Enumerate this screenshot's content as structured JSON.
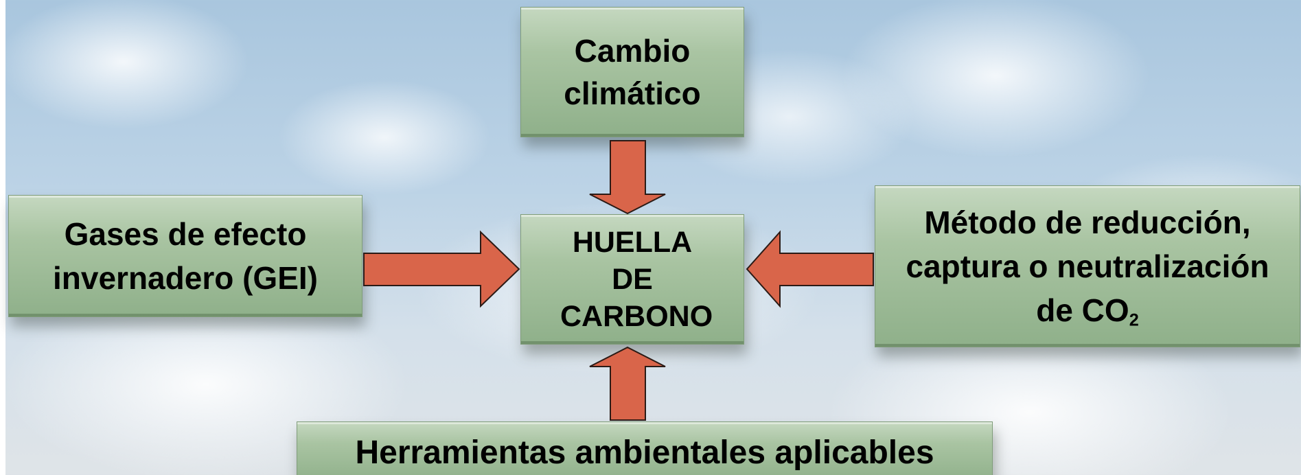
{
  "nodes": {
    "cambio": {
      "label": "Cambio climático"
    },
    "huella": {
      "label": "HUELLA DE CARBONO"
    },
    "gases": {
      "label": "Gases de efecto invernadero (GEI)"
    },
    "metodo": {
      "label": "Método de reducción, captura o neutralización de CO",
      "subscript": "2"
    },
    "herramientas": {
      "label": "Herramientas ambientales aplicables"
    }
  },
  "edges": [
    {
      "from": "cambio",
      "to": "huella"
    },
    {
      "from": "gases",
      "to": "huella"
    },
    {
      "from": "metodo",
      "to": "huella"
    },
    {
      "from": "herramientas",
      "to": "huella"
    }
  ],
  "colors": {
    "box_fill": "#a9c4a2",
    "arrow_fill": "#d9654a",
    "arrow_stroke": "#2b1b16",
    "sky": "#bcd3e6"
  }
}
